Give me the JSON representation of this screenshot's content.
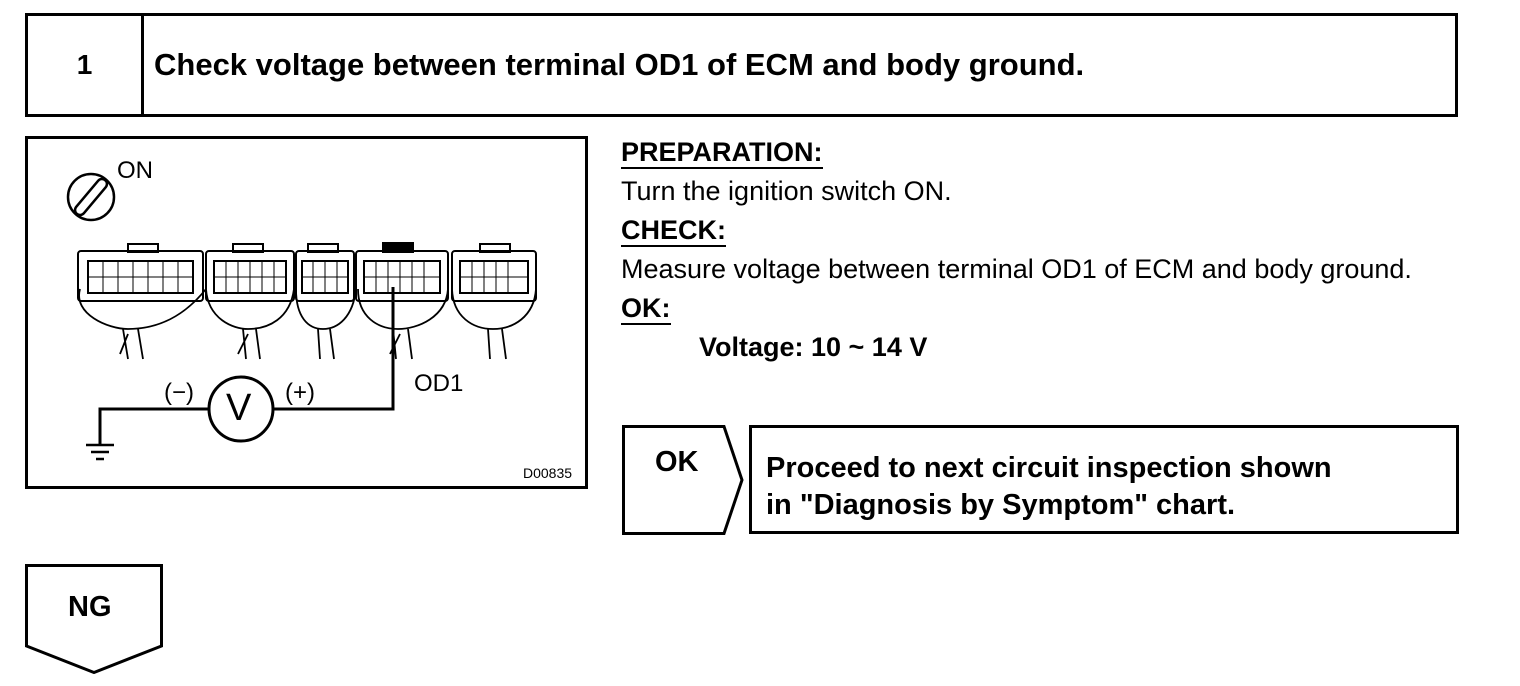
{
  "step": {
    "number": "1",
    "title": "Check voltage between terminal OD1 of ECM and body ground."
  },
  "diagram": {
    "switch_label": "ON",
    "terminal_label": "OD1",
    "minus_label": "(−)",
    "plus_label": "(+)",
    "meter_symbol": "V",
    "figure_code": "D00835"
  },
  "procedure": {
    "preparation_heading": "PREPARATION:",
    "preparation_text": "Turn the ignition switch ON.",
    "check_heading": "CHECK:",
    "check_text": "Measure voltage between terminal OD1 of ECM and body ground.",
    "ok_heading": "OK:",
    "ok_spec": "Voltage: 10 ~ 14 V"
  },
  "result_ok": {
    "label": "OK",
    "action_line1": "Proceed to next circuit inspection shown",
    "action_line2": "in \"Diagnosis by Symptom\" chart."
  },
  "result_ng": {
    "label": "NG"
  }
}
